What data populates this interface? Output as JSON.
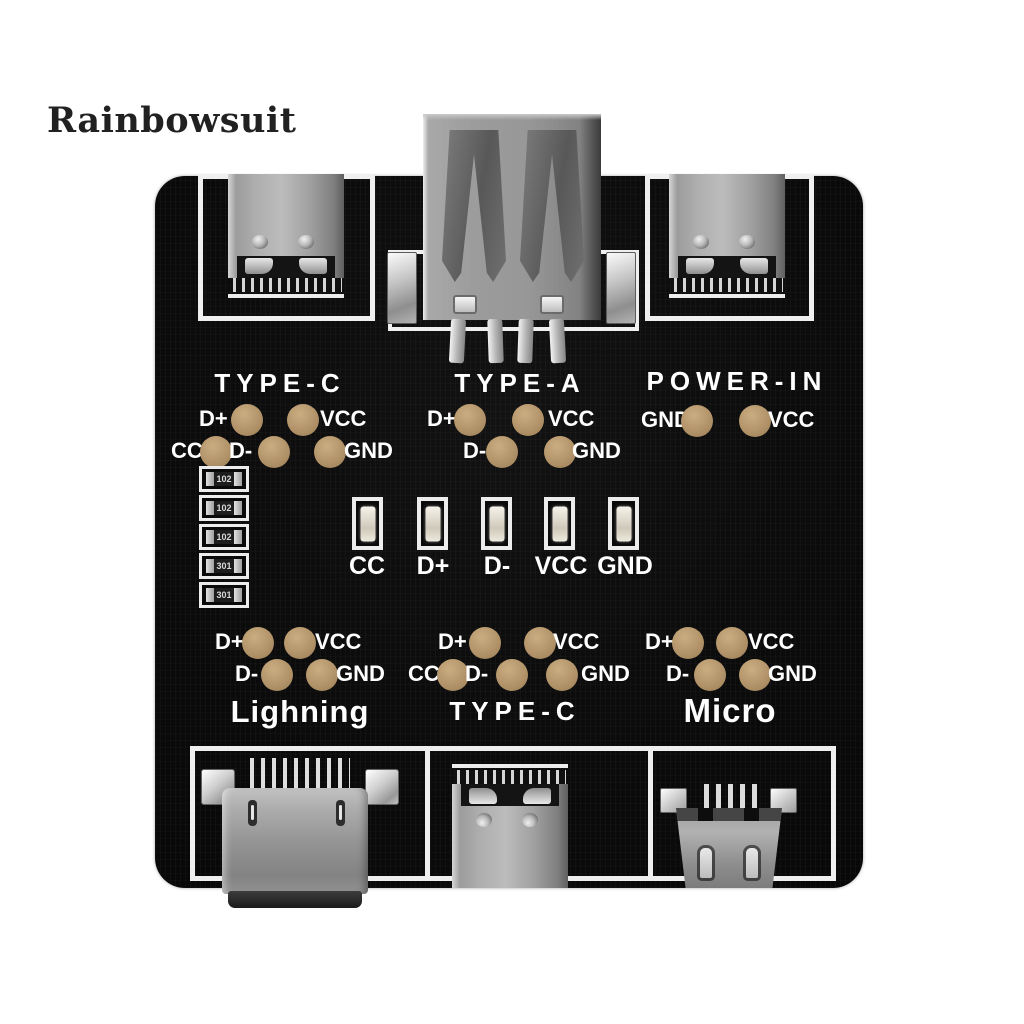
{
  "watermark": {
    "text": "Rainbowsuit"
  },
  "board": {
    "groups": {
      "typec_top": {
        "title": "TYPE-C",
        "d_plus": "D+",
        "vcc": "VCC",
        "cc": "CC",
        "d_minus": "D-",
        "gnd": "GND"
      },
      "typea_top": {
        "title": "TYPE-A",
        "d_plus": "D+",
        "vcc": "VCC",
        "d_minus": "D-",
        "gnd": "GND"
      },
      "power_in": {
        "title": "POWER-IN",
        "gnd": "GND",
        "vcc": "VCC"
      },
      "lightning": {
        "title": "Lighning",
        "d_plus": "D+",
        "vcc": "VCC",
        "d_minus": "D-",
        "gnd": "GND"
      },
      "typec_bottom": {
        "title": "TYPE-C",
        "d_plus": "D+",
        "vcc": "VCC",
        "cc": "CC",
        "d_minus": "D-",
        "gnd": "GND"
      },
      "micro": {
        "title": "Micro",
        "d_plus": "D+",
        "vcc": "VCC",
        "d_minus": "D-",
        "gnd": "GND"
      }
    },
    "led_row": {
      "labels": [
        "CC",
        "D+",
        "D-",
        "VCC",
        "GND"
      ]
    },
    "resistors": {
      "markings": [
        "102",
        "102",
        "102",
        "301",
        "301"
      ]
    }
  },
  "connectors": {
    "top_left": "usb-type-c-socket",
    "top_center": "usb-type-a-socket",
    "top_right": "usb-type-c-socket",
    "bottom_left": "lightning-socket",
    "bottom_center": "usb-type-c-socket",
    "bottom_right": "micro-usb-socket"
  },
  "colors": {
    "background": "#ffffff",
    "board": "#0b0b0b",
    "silkscreen": "#efefef",
    "pad": "#b3946a",
    "metal": "#9c9c9c",
    "label_text": "#ffffff",
    "watermark_text": "#212121"
  }
}
